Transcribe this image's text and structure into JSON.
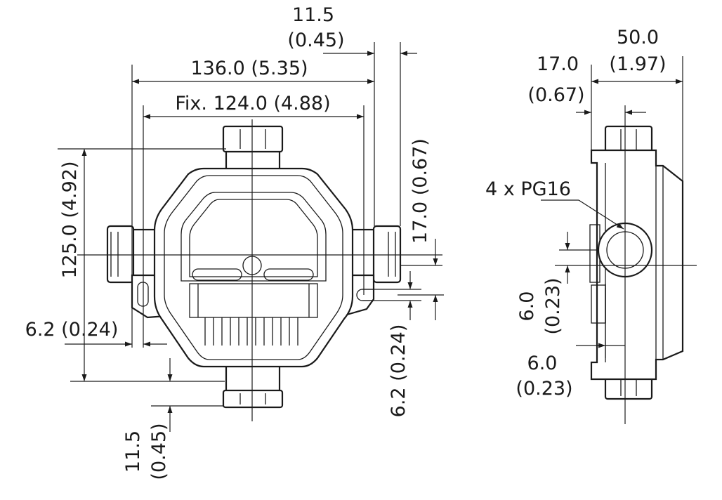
{
  "front_view": {
    "dim_top_offset_value": "11.5",
    "dim_top_offset_inch": "(0.45)",
    "dim_overall_width": "136.0 (5.35)",
    "dim_fixing_width": "Fix. 124.0 (4.88)",
    "dim_height": "125.0 (4.92)",
    "dim_right_offset": "17.0 (0.67)",
    "dim_left_hole": "6.2 (0.24)",
    "dim_right_hole": "6.2 (0.24)",
    "dim_bottom_offset_value": "11.5",
    "dim_bottom_offset_inch": "(0.45)"
  },
  "side_view": {
    "dim_depth_value": "50.0",
    "dim_depth_inch": "(1.97)",
    "dim_gland_offset_value": "17.0",
    "dim_gland_offset_inch": "(0.67)",
    "gland_label": "4 x PG16",
    "dim_vertical_value": "6.0",
    "dim_vertical_inch": "(0.23)",
    "dim_horizontal_value": "6.0",
    "dim_horizontal_inch": "(0.23)"
  }
}
